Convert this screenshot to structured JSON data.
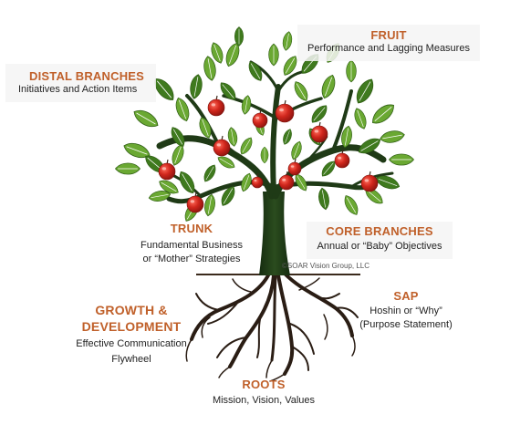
{
  "labels": {
    "fruit": {
      "title": "FRUIT",
      "lines": [
        "Performance and Lagging Measures"
      ]
    },
    "distal": {
      "title": "DISTAL BRANCHES",
      "lines": [
        "Initiatives and Action Items"
      ]
    },
    "trunk": {
      "title": "TRUNK",
      "lines": [
        "Fundamental Business",
        "or “Mother” Strategies"
      ]
    },
    "core": {
      "title": "CORE BRANCHES",
      "lines": [
        "Annual or “Baby” Objectives"
      ]
    },
    "sap": {
      "title": "SAP",
      "lines": [
        "Hoshin or “Why”",
        "(Purpose Statement)"
      ]
    },
    "growth": {
      "title_lines": [
        "GROWTH &",
        "DEVELOPMENT"
      ],
      "lines": [
        "Effective Communication",
        "Flywheel"
      ]
    },
    "roots": {
      "title": "ROOTS",
      "lines": [
        "Mission, Vision, Values"
      ]
    }
  },
  "copyright": "©SOAR Vision Group, LLC",
  "colors": {
    "title": "#c0602a",
    "leaf": "#6aa832",
    "leaf_dark": "#3f7a1e",
    "apple": "#d0261c",
    "trunk": "#1f3a16",
    "roots": "#2a1d14"
  }
}
